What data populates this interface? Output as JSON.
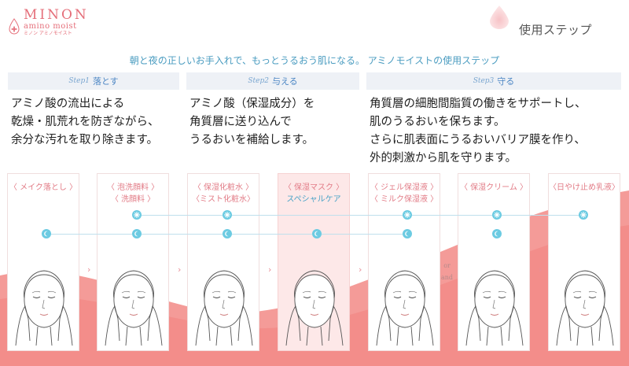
{
  "brand": {
    "name": "MINON",
    "sub": "amino moist",
    "kana": "ミノン アミノモイスト"
  },
  "page_title": "使用ステップ",
  "intro": "朝と夜の正しいお手入れで、もっとうるおう肌になる。 アミノモイストの使用ステップ",
  "steps": [
    {
      "num": "Step1",
      "label": "落とす",
      "desc": [
        "アミノ酸の流出による",
        "乾燥・肌荒れを防ぎながら、",
        "余分な汚れを取り除きます。"
      ]
    },
    {
      "num": "Step2",
      "label": "与える",
      "desc": [
        "アミノ酸（保湿成分）を",
        "角質層に送り込んで",
        "うるおいを補給します。"
      ]
    },
    {
      "num": "Step3",
      "label": "守る",
      "desc": [
        "角質層の細胞間脂質の働きをサポートし、",
        "肌のうるおいを保ちます。",
        "さらに肌表面にうるおいバリア膜を作り、",
        "外的刺激から肌を守ります。"
      ]
    }
  ],
  "products": [
    {
      "l1": "〈 メイク落とし 〉",
      "l2": ""
    },
    {
      "l1": "〈 泡洗顔料 〉",
      "l2": "〈 洗顔料 〉"
    },
    {
      "l1": "〈 保湿化粧水 〉",
      "l2": "〈ミスト化粧水〉"
    },
    {
      "l1": "〈 保湿マスク 〉",
      "l2": "スペシャルケア"
    },
    {
      "l1": "〈 ジェル保湿液 〉",
      "l2": "〈 ミルク保湿液 〉"
    },
    {
      "l1": "〈 保湿クリーム 〉",
      "l2": ""
    },
    {
      "l1": "〈日やけ止め乳液〉",
      "l2": ""
    }
  ],
  "arrow_glyph": "›",
  "or_text": "or",
  "and_text": "and",
  "legend": {
    "morning_icon": "sun-icon",
    "night_icon": "moon-icon"
  },
  "colors": {
    "accent_coral": "#f08a8c",
    "timeline_blue": "#6ccbe2",
    "step_text": "#4c86c4",
    "label_pink": "#e27b86"
  }
}
